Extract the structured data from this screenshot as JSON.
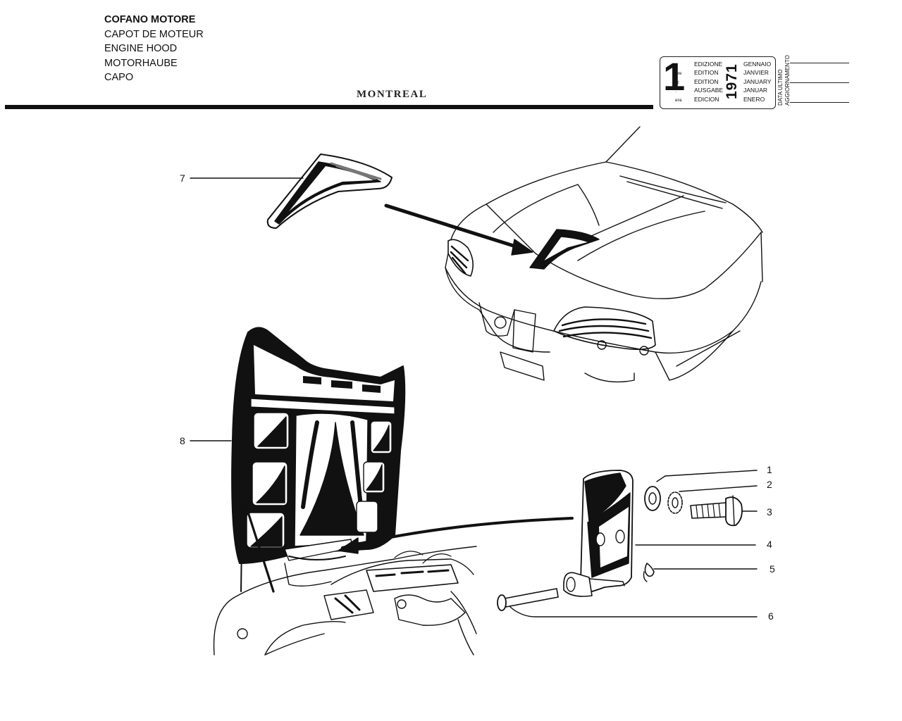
{
  "titles": [
    "COFANO MOTORE",
    "CAPOT DE MOTEUR",
    "ENGINE HOOD",
    "MOTORHAUBE",
    "CAPO"
  ],
  "model": "MONTREAL",
  "edition": {
    "number": "1",
    "suffixes": [
      "a",
      "ere",
      "st",
      ".",
      "era"
    ],
    "labels": [
      "EDIZIONE",
      "EDITION",
      "EDITION",
      "AUSGABE",
      "EDICION"
    ],
    "year": "1971",
    "months": [
      "GENNAIO",
      "JANVIER",
      "JANUARY",
      "JANUAR",
      "ENERO"
    ],
    "update_label_1": "DATA ULTIMO",
    "update_label_2": "AGGIORNAMENTO"
  },
  "callouts": [
    "7",
    "8",
    "1",
    "2",
    "3",
    "4",
    "5",
    "6"
  ]
}
